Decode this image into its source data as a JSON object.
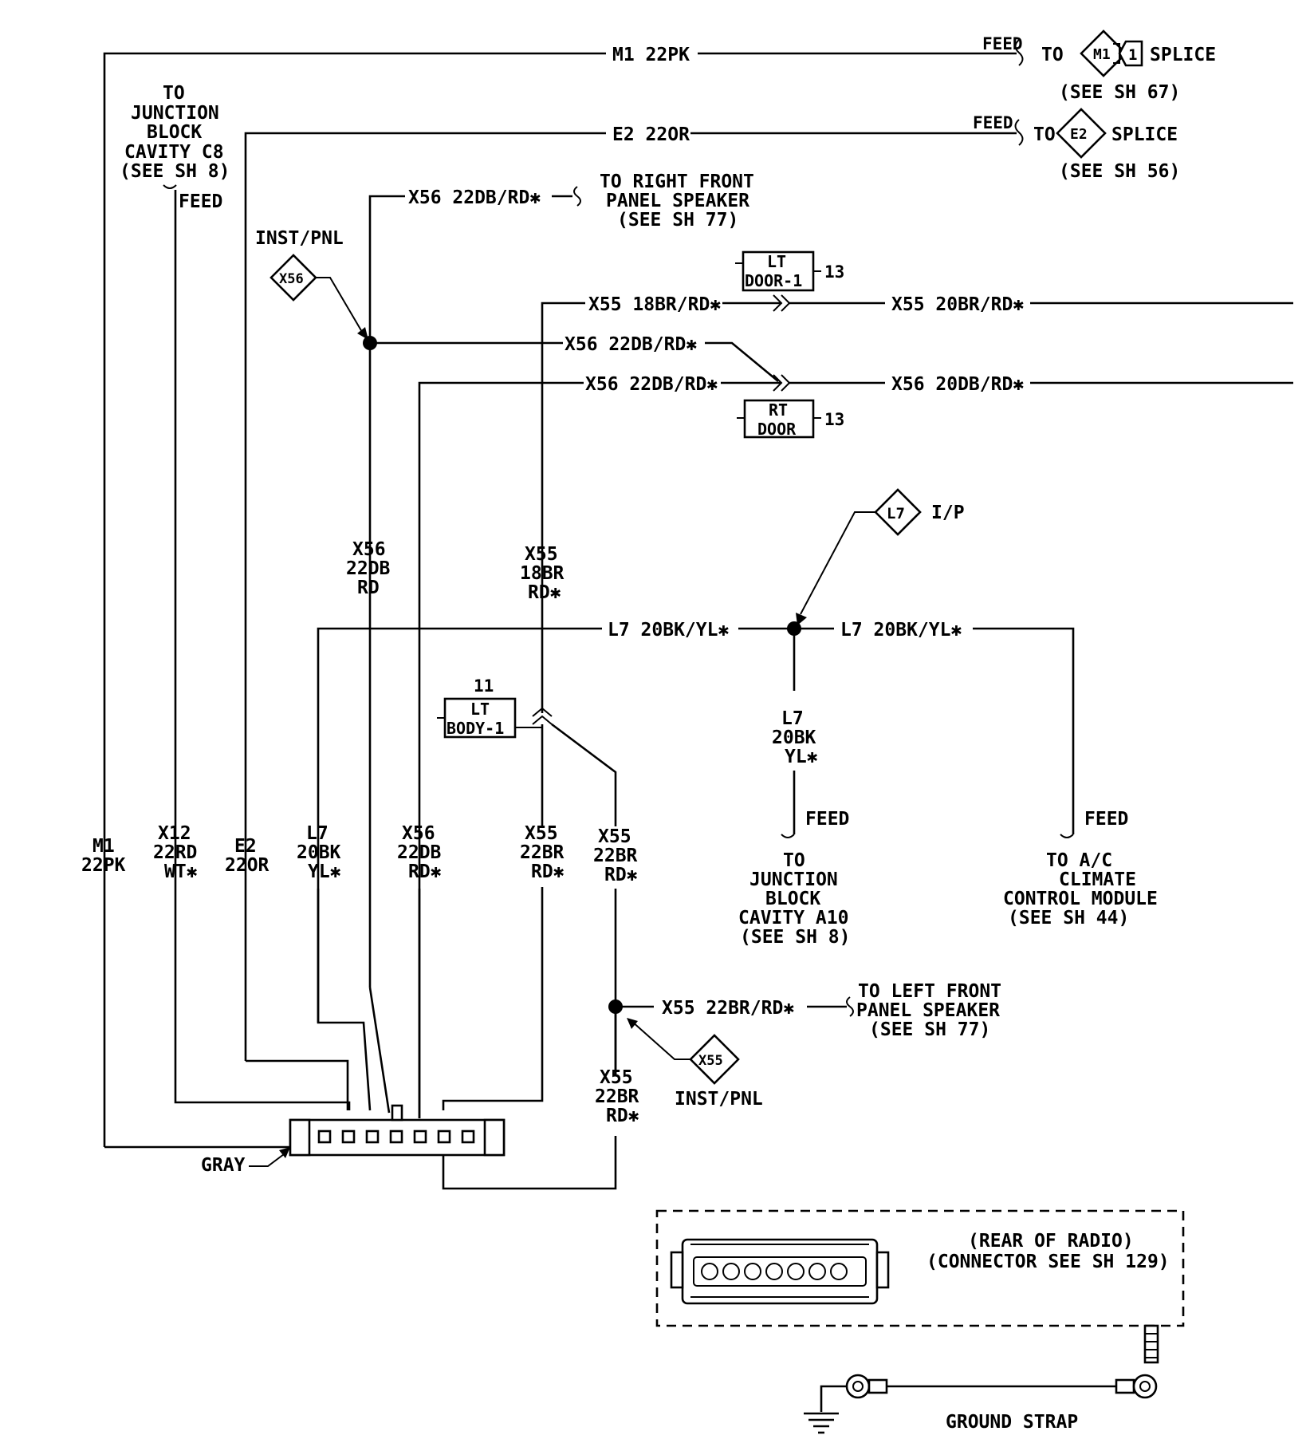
{
  "top": {
    "m1": "M1 22PK",
    "e2": "E2 22OR",
    "feed": "FEED",
    "to": "TO",
    "m1_tag": "M1",
    "m1_splice_num": "1",
    "splice": "SPLICE",
    "m1_sheet": "(SEE SH 67)",
    "e2_tag": "E2",
    "e2_sheet": "(SEE SH 56)"
  },
  "junction_cb": [
    "TO",
    "JUNCTION",
    "BLOCK",
    "CAVITY C8",
    "(SEE SH 8)"
  ],
  "feed_label": "FEED",
  "right_front_speaker": {
    "wire": "X56 22DB/RD✱",
    "dest": [
      "TO RIGHT FRONT",
      "PANEL SPEAKER",
      "(SEE SH 77)"
    ]
  },
  "inst_pnl_top": {
    "label": "INST/PNL",
    "tag": "X56"
  },
  "lt_door": {
    "lines": [
      "LT",
      "DOOR-1"
    ],
    "num": "13"
  },
  "rt_door": {
    "lines": [
      "RT",
      "DOOR"
    ],
    "num": "13"
  },
  "lt_body": {
    "lines": [
      "LT",
      "BODY-1"
    ],
    "num": "11"
  },
  "wires": {
    "x55_18": "X55 18BR/RD✱",
    "x55_20": "X55 20BR/RD✱",
    "x56_22a": "X56 22DB/RD✱",
    "x56_22b": "X56 22DB/RD✱",
    "x56_20": "X56 20DB/RD✱",
    "l7_left": "L7 20BK/YL✱",
    "l7_right": "L7 20BK/YL✱",
    "x55_speaker": "X55 22BR/RD✱"
  },
  "l7_ip": {
    "tag": "L7",
    "label": "I/P"
  },
  "vertical_labels": {
    "x56_mid": [
      "X56",
      "22DB",
      "RD"
    ],
    "x55_mid": [
      "X55",
      "18BR",
      "RD✱"
    ],
    "l7_down": [
      "L7",
      "20BK",
      "YL✱"
    ],
    "m1": [
      "M1",
      "22PK"
    ],
    "x12": [
      "X12",
      "22RD",
      "WT✱"
    ],
    "e2": [
      "E2",
      "22OR"
    ],
    "l7": [
      "L7",
      "20BK",
      "YL✱"
    ],
    "x56": [
      "X56",
      "22DB",
      "RD✱"
    ],
    "x55a": [
      "X55",
      "22BR",
      "RD✱"
    ],
    "x55b": [
      "X55",
      "22BR",
      "RD✱"
    ],
    "x55c": [
      "X55",
      "22BR",
      "RD✱"
    ]
  },
  "junction_a10": [
    "TO",
    "JUNCTION",
    "BLOCK",
    "CAVITY A10",
    "(SEE SH 8)"
  ],
  "ac_module": [
    "TO A/C",
    "CLIMATE",
    "CONTROL MODULE",
    "(SEE SH 44)"
  ],
  "left_front_speaker": [
    "TO LEFT FRONT",
    "PANEL SPEAKER",
    "(SEE SH 77)"
  ],
  "inst_pnl_bottom": {
    "label": "INST/PNL",
    "tag": "X55"
  },
  "connector_color": "GRAY",
  "radio": [
    "(REAR OF RADIO)",
    "(CONNECTOR SEE SH 129)"
  ],
  "ground_strap": "GROUND STRAP"
}
